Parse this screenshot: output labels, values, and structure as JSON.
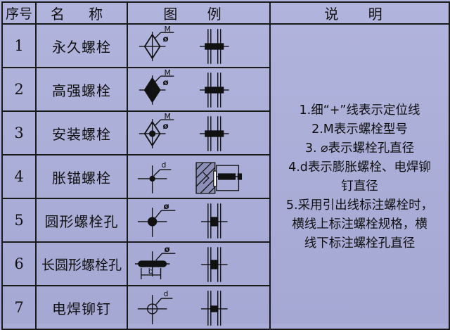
{
  "table": {
    "headers": {
      "no": "序号",
      "name": "名 称",
      "icons": "图 例",
      "note": "说 明"
    },
    "rows": [
      {
        "no": "1",
        "name": "永久螺栓",
        "symbol_text": "M",
        "symbol_sub": "ø"
      },
      {
        "no": "2",
        "name": "高强螺栓",
        "symbol_text": "M",
        "symbol_sub": "ø"
      },
      {
        "no": "3",
        "name": "安装螺栓",
        "symbol_text": "M",
        "symbol_sub": "ø"
      },
      {
        "no": "4",
        "name": "胀锚螺栓",
        "symbol_text": "d"
      },
      {
        "no": "5",
        "name": "圆形螺栓孔",
        "symbol_text": "ø"
      },
      {
        "no": "6",
        "name": "长圆形螺栓孔",
        "symbol_text": "ø",
        "symbol_sub": "b"
      },
      {
        "no": "7",
        "name": "电焊铆钉",
        "symbol_text": "d"
      }
    ],
    "notes": [
      "1.细“+”线表示定位线",
      "2.M表示螺栓型号",
      "3. ⌀表示螺栓孔直径",
      "4.d表示膨胀螺栓、电焊铆",
      "钉直径",
      "5.采用引出线标注螺栓时，",
      "横线上标注螺栓规格，横",
      "线下标注螺栓孔直径"
    ]
  },
  "colors": {
    "background": "#a9acd6",
    "ink": "#111111"
  }
}
